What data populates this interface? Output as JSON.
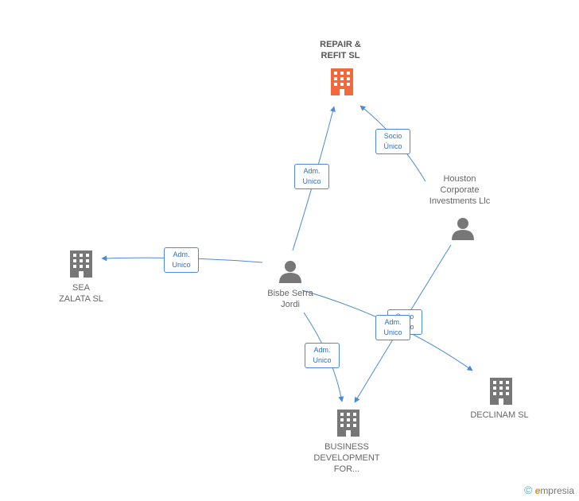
{
  "colors": {
    "edge": "#4a8ad6",
    "highlight": "#f26a3c",
    "company": "#777777",
    "person": "#777777"
  },
  "nodes": {
    "repair": {
      "lines": [
        "REPAIR &",
        "REFIT SL"
      ],
      "icon": "building-icon"
    },
    "houston": {
      "lines": [
        "Houston",
        "Corporate",
        "Investments Llc"
      ],
      "icon": "person-icon"
    },
    "bisbe": {
      "lines": [
        "Bisbe Serra",
        "Jordi"
      ],
      "icon": "person-icon"
    },
    "sea": {
      "lines": [
        "SEA",
        "ZALATA SL"
      ],
      "icon": "building-icon"
    },
    "business": {
      "lines": [
        "BUSINESS",
        "DEVELOPMENT",
        "FOR..."
      ],
      "icon": "building-icon"
    },
    "declinam": {
      "lines": [
        "DECLINAM SL"
      ],
      "icon": "building-icon"
    }
  },
  "edges": [
    {
      "lines": [
        "Adm.",
        "Unico"
      ]
    },
    {
      "lines": [
        "Socio",
        "Único"
      ]
    },
    {
      "lines": [
        "Adm.",
        "Unico"
      ]
    },
    {
      "lines": [
        "Adm.",
        "Unico"
      ]
    },
    {
      "lines": [
        "Socio",
        "Único"
      ]
    },
    {
      "lines": [
        "Adm.",
        "Unico"
      ]
    }
  ],
  "brand": {
    "copyright": "©",
    "initial": "e",
    "name": "mpresia"
  }
}
